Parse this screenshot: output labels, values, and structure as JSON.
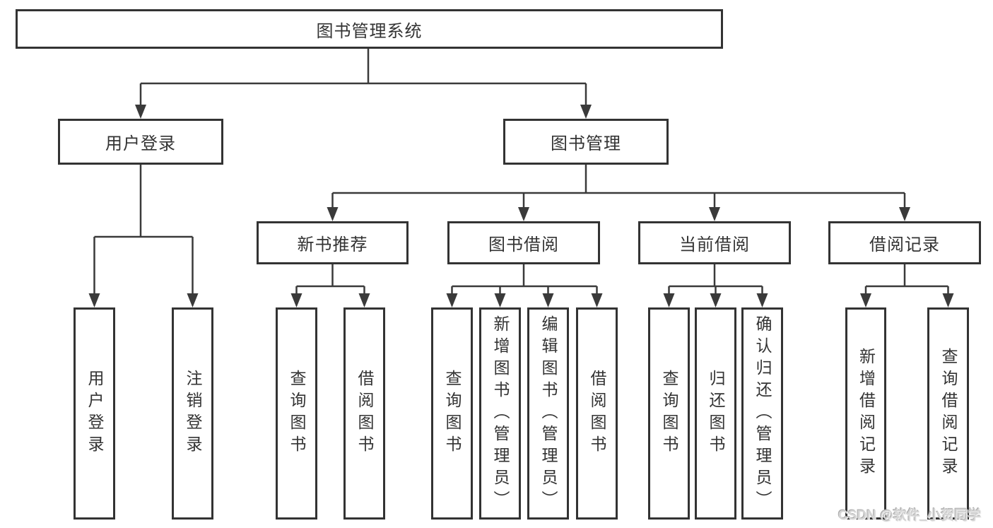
{
  "tree": {
    "label": "图书管理系统",
    "children": [
      {
        "label": "用户登录",
        "children": [
          {
            "label": "用户登录"
          },
          {
            "label": "注销登录"
          }
        ]
      },
      {
        "label": "图书管理",
        "children": [
          {
            "label": "新书推荐",
            "children": [
              {
                "label": "查询图书"
              },
              {
                "label": "借阅图书"
              }
            ]
          },
          {
            "label": "图书借阅",
            "children": [
              {
                "label": "查询图书"
              },
              {
                "label": "新增图书（管理员）"
              },
              {
                "label": "编辑图书（管理员）"
              },
              {
                "label": "借阅图书"
              }
            ]
          },
          {
            "label": "当前借阅",
            "children": [
              {
                "label": "查询图书"
              },
              {
                "label": "归还图书"
              },
              {
                "label": "确认归还（管理员）"
              }
            ]
          },
          {
            "label": "借阅记录",
            "children": [
              {
                "label": "新增借阅记录"
              },
              {
                "label": "查询借阅记录"
              }
            ]
          }
        ]
      }
    ]
  },
  "watermark": {
    "text": "CSDN @软件_小贺同学"
  },
  "colors": {
    "line": "#3a3a3a",
    "box_border": "#333333",
    "box_fill": "#ffffff",
    "text": "#333333",
    "watermark": "#d4d4d4"
  }
}
